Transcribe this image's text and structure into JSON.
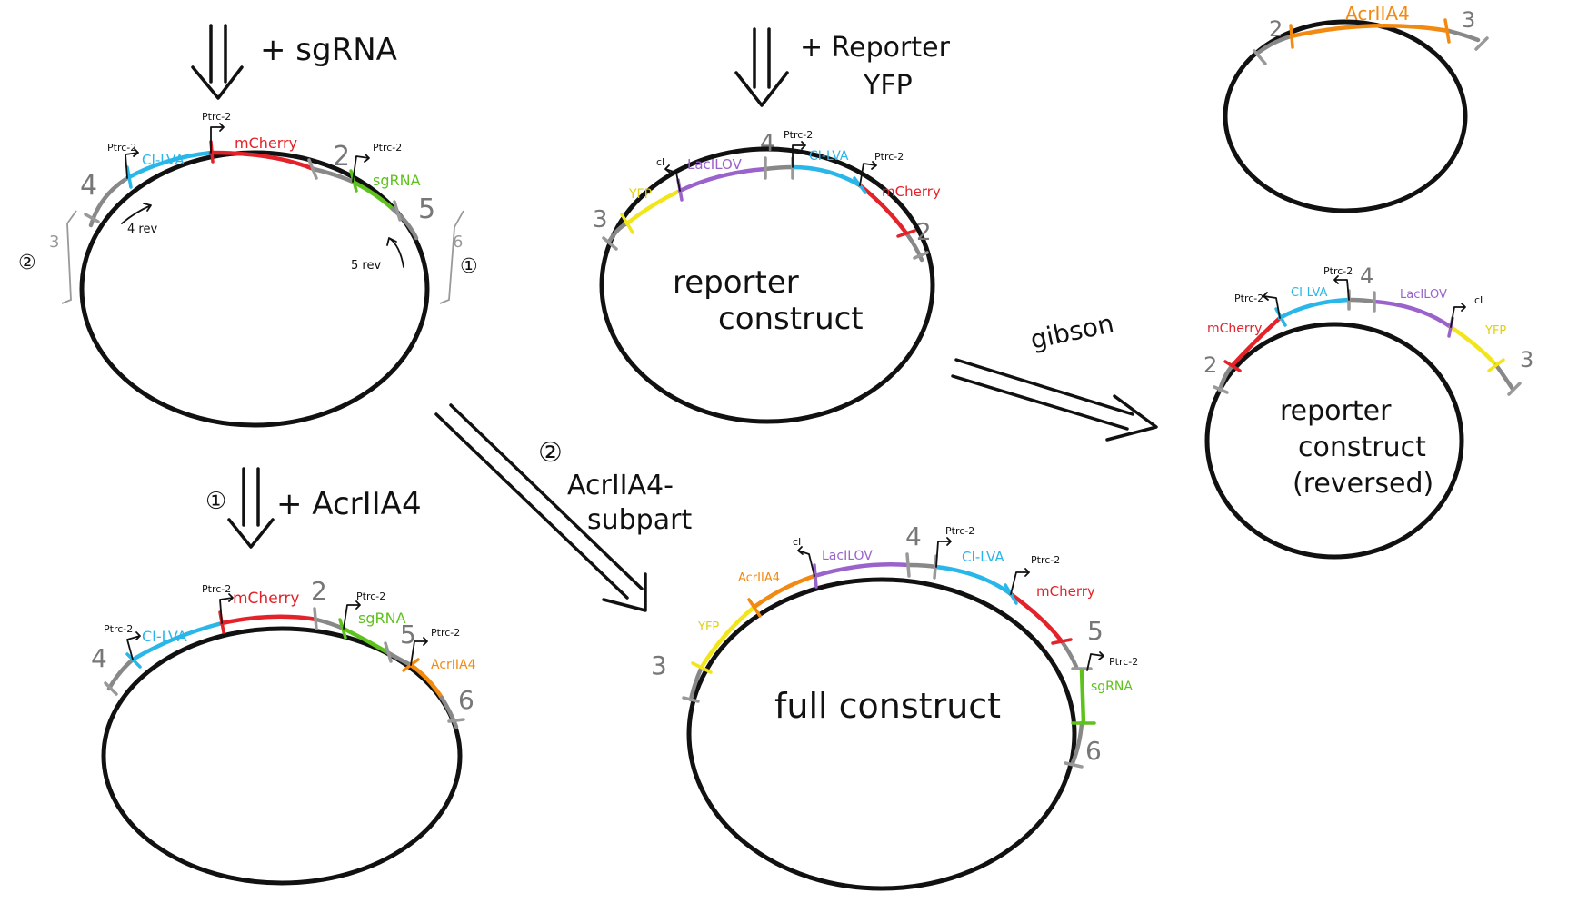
{
  "colors": {
    "outline": "#111111",
    "backbone": "#888888",
    "cI_LVA": "#29b6e8",
    "mCherry": "#e32229",
    "sgRNA": "#5ec21c",
    "LacILOV": "#9a63cc",
    "YFP": "#f2e51a",
    "AcrIIA4": "#f28a12"
  },
  "step_labels": {
    "add_sgrna": "+ sgRNA",
    "add_reporter_line1": "+ Reporter",
    "add_reporter_line2": "YFP",
    "add_acr": "+ AcrIIA4",
    "circle1_marker": "①",
    "circle2_marker": "②",
    "acr_subpart_line1": "AcrIIA4-",
    "acr_subpart_line2": "subpart",
    "gibson": "gibson"
  },
  "plasmid_top_left": {
    "part_labels": [
      "CI-LVA",
      "mCherry",
      "sgRNA"
    ],
    "promoter_labels": [
      "Ptrc-2",
      "Ptrc-2",
      "Ptrc-2"
    ],
    "junctions": [
      "4",
      "2",
      "5"
    ],
    "primer_labels": [
      "4 rev",
      "5 rev"
    ],
    "side_left": [
      "②",
      "3"
    ],
    "side_right": [
      "6",
      "①"
    ]
  },
  "plasmid_reporter": {
    "title_line1": "reporter",
    "title_line2": "construct",
    "part_labels": [
      "YFP",
      "LacILOV",
      "CI-LVA",
      "mCherry"
    ],
    "promoter_labels": [
      "cI",
      "Ptrc-2",
      "Ptrc-2"
    ],
    "junctions": [
      "3",
      "4",
      "2"
    ]
  },
  "plasmid_acr_part": {
    "part_labels": [
      "AcrIIA4"
    ],
    "junctions": [
      "2",
      "3"
    ]
  },
  "plasmid_reporter_reversed": {
    "title_line1": "reporter",
    "title_line2": "construct",
    "title_line3": "(reversed)",
    "part_labels": [
      "mCherry",
      "CI-LVA",
      "LacILOV",
      "YFP"
    ],
    "promoter_labels": [
      "Ptrc-2",
      "Ptrc-2",
      "cI"
    ],
    "junctions": [
      "2",
      "4",
      "3"
    ]
  },
  "plasmid_bottom_left": {
    "part_labels": [
      "CI-LVA",
      "mCherry",
      "sgRNA",
      "AcrIIA4"
    ],
    "promoter_labels": [
      "Ptrc-2",
      "Ptrc-2",
      "Ptrc-2",
      "Ptrc-2"
    ],
    "junctions": [
      "4",
      "2",
      "5",
      "6"
    ]
  },
  "plasmid_full": {
    "title": "full construct",
    "part_labels": [
      "YFP",
      "AcrIIA4",
      "LacILOV",
      "CI-LVA",
      "mCherry",
      "sgRNA"
    ],
    "promoter_labels": [
      "cI",
      "Ptrc-2",
      "Ptrc-2",
      "Ptrc-2"
    ],
    "junctions": [
      "3",
      "4",
      "5",
      "6"
    ]
  }
}
